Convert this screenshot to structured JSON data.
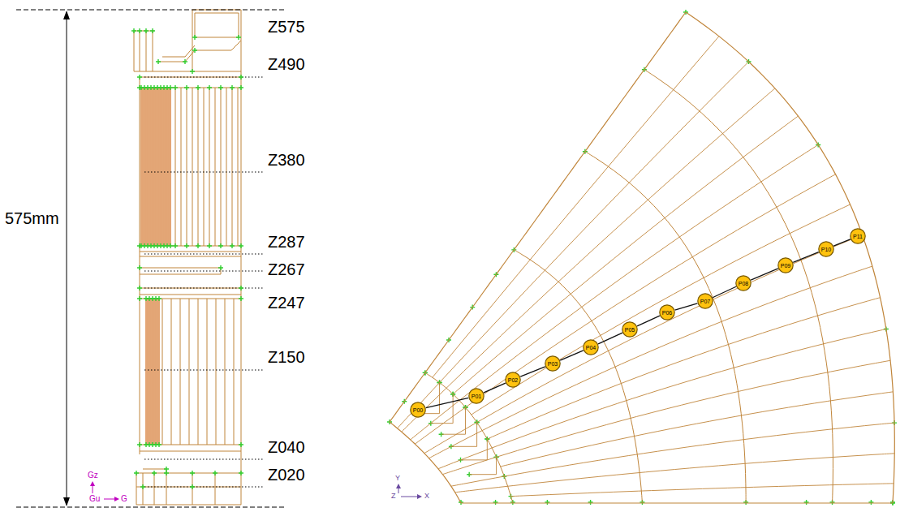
{
  "diagram": {
    "nodes": [
      {
        "text": [
          "P00"
        ]
      },
      {
        "text": [
          "P01"
        ]
      },
      {
        "text": [
          "P02"
        ]
      },
      {
        "text": [
          "P03"
        ]
      },
      {
        "text": [
          "P04"
        ]
      },
      {
        "text": [
          "P05"
        ]
      },
      {
        "text": [
          "P06"
        ]
      },
      {
        "text": [
          "P07"
        ]
      },
      {
        "text": [
          "P08"
        ]
      },
      {
        "text": [
          "P09"
        ]
      },
      {
        "text": [
          "P10"
        ]
      },
      {
        "text": [
          "P11"
        ]
      }
    ],
    "edges": [
      {
        "from": 0,
        "to": 1,
        "arrow": "none"
      },
      {
        "from": 1,
        "to": 2,
        "arrow": "none"
      },
      {
        "from": 2,
        "to": 3,
        "arrow": "none"
      },
      {
        "from": 3,
        "to": 4,
        "arrow": "none"
      },
      {
        "from": 4,
        "to": 5,
        "arrow": "none"
      },
      {
        "from": 5,
        "to": 6,
        "arrow": "none"
      },
      {
        "from": 6,
        "to": 7,
        "arrow": "none"
      },
      {
        "from": 7,
        "to": 8,
        "arrow": "none"
      },
      {
        "from": 8,
        "to": 9,
        "arrow": "none"
      },
      {
        "from": 9,
        "to": 10,
        "arrow": "none"
      },
      {
        "from": 10,
        "to": 11,
        "arrow": "none"
      }
    ],
    "labels": [
      "575mm",
      "Z575",
      "Z490",
      "Z380",
      "Z287",
      "Z267",
      "Z247",
      "Z150",
      "Z040",
      "Z020",
      "Gz",
      "Gu",
      "G",
      "Y",
      "Z",
      "X"
    ]
  }
}
